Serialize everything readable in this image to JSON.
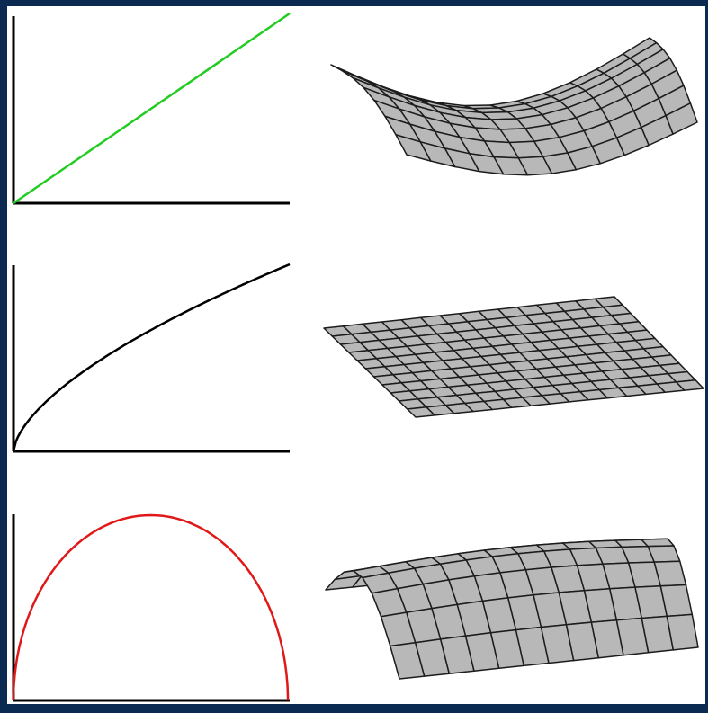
{
  "colors": {
    "frame": "#0b2a52",
    "background": "#ffffff",
    "axis": "#000000",
    "surface_fill": "#b8b8b8",
    "surface_grid": "#1c1c1c"
  },
  "rows": [
    {
      "curve": {
        "name": "linear",
        "color": "#22cc22",
        "kind": "line"
      },
      "surface": {
        "name": "saddle-surface"
      }
    },
    {
      "curve": {
        "name": "square-root",
        "color": "#000000",
        "kind": "sqrt"
      },
      "surface": {
        "name": "flat-plane-surface"
      }
    },
    {
      "curve": {
        "name": "semicircle",
        "color": "#e01818",
        "kind": "semicircle"
      },
      "surface": {
        "name": "cylinder-surface"
      }
    }
  ]
}
